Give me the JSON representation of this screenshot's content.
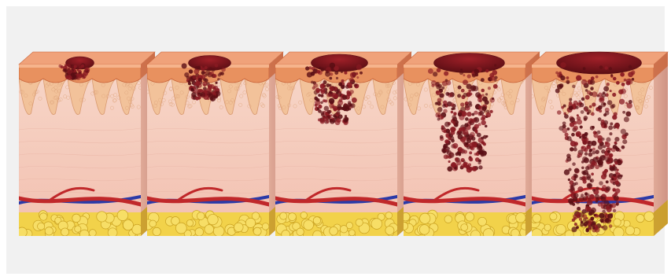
{
  "image": {
    "subject": "melanoma-progression-illustration",
    "stage_count": 5,
    "stages": [
      {
        "stage": 1,
        "depth": 0.08
      },
      {
        "stage": 2,
        "depth": 0.2
      },
      {
        "stage": 3,
        "depth": 0.34
      },
      {
        "stage": 4,
        "depth": 0.62
      },
      {
        "stage": 5,
        "depth": 0.97
      }
    ],
    "colors": {
      "background": "#f1f1f1",
      "epidermis": "#e8915f",
      "epidermis_dark": "#c9643a",
      "papillary_dermis": "#f2c29a",
      "dermis_top": "#f7d6c8",
      "dermis_bottom": "#f2c0b0",
      "side_face": "#e0aa98",
      "fat": "#f2d24a",
      "fat_dark": "#c9a020",
      "artery": "#c0282a",
      "vein": "#2a3aa8",
      "tumor": "#8a1a22",
      "tumor_dark": "#5a0e14"
    }
  }
}
